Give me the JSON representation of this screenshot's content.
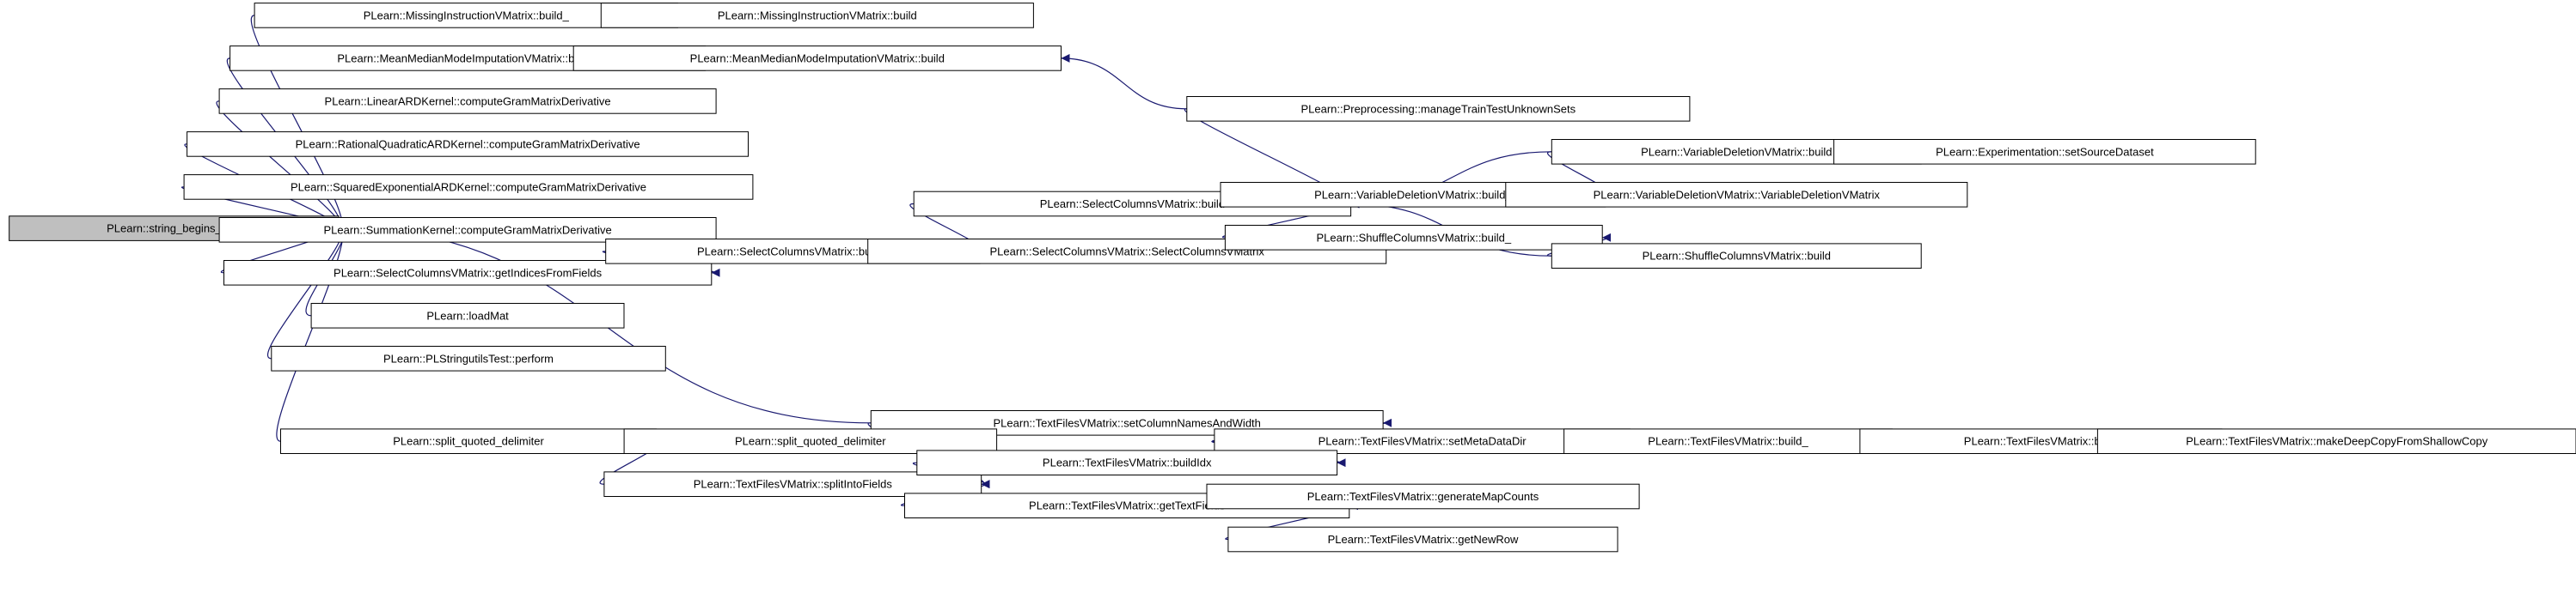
{
  "diagram": {
    "type": "call-graph",
    "edge_color": "#191970",
    "focus_node_fill": "#bfbfbf",
    "node_fill": "#ffffff",
    "nodes": [
      {
        "id": "n0",
        "label": "PLearn::string_begins_with",
        "focus": true
      },
      {
        "id": "n1",
        "label": "PLearn::MissingInstructionVMatrix::build_"
      },
      {
        "id": "n2",
        "label": "PLearn::MissingInstructionVMatrix::build"
      },
      {
        "id": "n3",
        "label": "PLearn::MeanMedianModeImputationVMatrix::build_"
      },
      {
        "id": "n4",
        "label": "PLearn::MeanMedianModeImputationVMatrix::build"
      },
      {
        "id": "n5",
        "label": "PLearn::Preprocessing::manageTrainTestUnknownSets"
      },
      {
        "id": "n6",
        "label": "PLearn::LinearARDKernel::computeGramMatrixDerivative"
      },
      {
        "id": "n7",
        "label": "PLearn::RationalQuadraticARDKernel::computeGramMatrixDerivative"
      },
      {
        "id": "n8",
        "label": "PLearn::SquaredExponentialARDKernel::computeGramMatrixDerivative"
      },
      {
        "id": "n9",
        "label": "PLearn::SummationKernel::computeGramMatrixDerivative"
      },
      {
        "id": "n10",
        "label": "PLearn::SelectColumnsVMatrix::getIndicesFromFields"
      },
      {
        "id": "n11",
        "label": "PLearn::SelectColumnsVMatrix::build_"
      },
      {
        "id": "n12",
        "label": "PLearn::SelectColumnsVMatrix::build"
      },
      {
        "id": "n13",
        "label": "PLearn::SelectColumnsVMatrix::SelectColumnsVMatrix"
      },
      {
        "id": "n14",
        "label": "PLearn::VariableDeletionVMatrix::build"
      },
      {
        "id": "n15",
        "label": "PLearn::Experimentation::setSourceDataset"
      },
      {
        "id": "n16",
        "label": "PLearn::VariableDeletionVMatrix::build_"
      },
      {
        "id": "n17",
        "label": "PLearn::VariableDeletionVMatrix::VariableDeletionVMatrix"
      },
      {
        "id": "n18",
        "label": "PLearn::ShuffleColumnsVMatrix::build_"
      },
      {
        "id": "n19",
        "label": "PLearn::ShuffleColumnsVMatrix::build"
      },
      {
        "id": "n20",
        "label": "PLearn::loadMat"
      },
      {
        "id": "n21",
        "label": "PLearn::PLStringutilsTest::perform"
      },
      {
        "id": "n22",
        "label": "PLearn::TextFilesVMatrix::setColumnNamesAndWidth"
      },
      {
        "id": "n23",
        "label": "PLearn::TextFilesVMatrix::setMetaDataDir"
      },
      {
        "id": "n24",
        "label": "PLearn::TextFilesVMatrix::build_"
      },
      {
        "id": "n25",
        "label": "PLearn::TextFilesVMatrix::build"
      },
      {
        "id": "n26",
        "label": "PLearn::TextFilesVMatrix::makeDeepCopyFromShallowCopy"
      },
      {
        "id": "n27",
        "label": "PLearn::split_quoted_delimiter"
      },
      {
        "id": "n28",
        "label": "PLearn::split_quoted_delimiter"
      },
      {
        "id": "n29",
        "label": "PLearn::TextFilesVMatrix::splitIntoFields"
      },
      {
        "id": "n30",
        "label": "PLearn::TextFilesVMatrix::buildIdx"
      },
      {
        "id": "n31",
        "label": "PLearn::TextFilesVMatrix::getTextFields"
      },
      {
        "id": "n32",
        "label": "PLearn::TextFilesVMatrix::generateMapCounts"
      },
      {
        "id": "n33",
        "label": "PLearn::TextFilesVMatrix::getNewRow"
      }
    ],
    "edges": [
      {
        "from": "n1",
        "to": "n0"
      },
      {
        "from": "n3",
        "to": "n0"
      },
      {
        "from": "n6",
        "to": "n0"
      },
      {
        "from": "n7",
        "to": "n0"
      },
      {
        "from": "n8",
        "to": "n0"
      },
      {
        "from": "n9",
        "to": "n0"
      },
      {
        "from": "n10",
        "to": "n0"
      },
      {
        "from": "n20",
        "to": "n0"
      },
      {
        "from": "n21",
        "to": "n0"
      },
      {
        "from": "n22",
        "to": "n0"
      },
      {
        "from": "n27",
        "to": "n0"
      },
      {
        "from": "n2",
        "to": "n1"
      },
      {
        "from": "n4",
        "to": "n3"
      },
      {
        "from": "n5",
        "to": "n4"
      },
      {
        "from": "n11",
        "to": "n10"
      },
      {
        "from": "n12",
        "to": "n11"
      },
      {
        "from": "n13",
        "to": "n11"
      },
      {
        "from": "n5",
        "to": "n12"
      },
      {
        "from": "n14",
        "to": "n12"
      },
      {
        "from": "n16",
        "to": "n12"
      },
      {
        "from": "n18",
        "to": "n12"
      },
      {
        "from": "n19",
        "to": "n12"
      },
      {
        "from": "n15",
        "to": "n14"
      },
      {
        "from": "n14",
        "to": "n16"
      },
      {
        "from": "n17",
        "to": "n16"
      },
      {
        "from": "n19",
        "to": "n18"
      },
      {
        "from": "n23",
        "to": "n22"
      },
      {
        "from": "n24",
        "to": "n23"
      },
      {
        "from": "n25",
        "to": "n24"
      },
      {
        "from": "n26",
        "to": "n25"
      },
      {
        "from": "n28",
        "to": "n27"
      },
      {
        "from": "n29",
        "to": "n27"
      },
      {
        "from": "n22",
        "to": "n29"
      },
      {
        "from": "n30",
        "to": "n29"
      },
      {
        "from": "n31",
        "to": "n29"
      },
      {
        "from": "n23",
        "to": "n30"
      },
      {
        "from": "n32",
        "to": "n31"
      },
      {
        "from": "n33",
        "to": "n31"
      }
    ]
  }
}
